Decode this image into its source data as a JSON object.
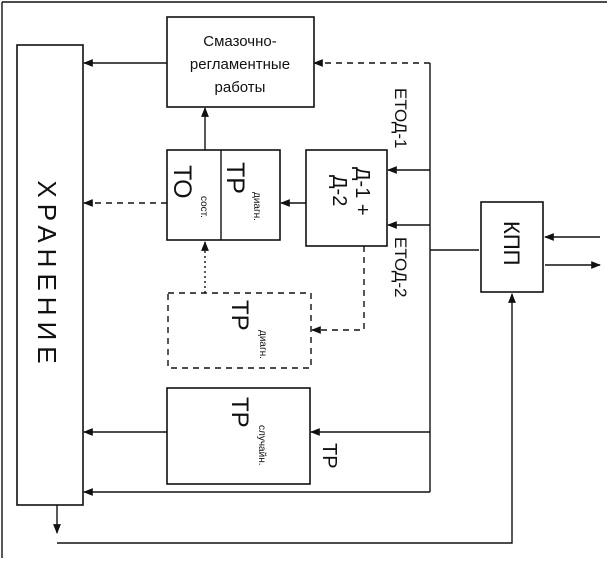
{
  "diagram": {
    "storage": {
      "label": "ХРАНЕНИЕ"
    },
    "lubrication": {
      "line1": "Смазочно-",
      "line2": "регламентные",
      "line3": "работы"
    },
    "to_state": {
      "main": "ТО",
      "sub": "сост."
    },
    "tr_diag": {
      "main": "ТР",
      "sub": "диагн."
    },
    "d1d2": {
      "line1": "Д-1 +",
      "line2": "Д-2"
    },
    "tr_diag_dashed": {
      "main": "ТР",
      "sub": "диагн."
    },
    "tr_random": {
      "main": "ТР",
      "sub": "случайн."
    },
    "kpp": {
      "label": "КПП"
    },
    "labels": {
      "etod1": "ЕТОД-1",
      "etod2": "ЕТОД-2",
      "tr": "ТР"
    }
  }
}
